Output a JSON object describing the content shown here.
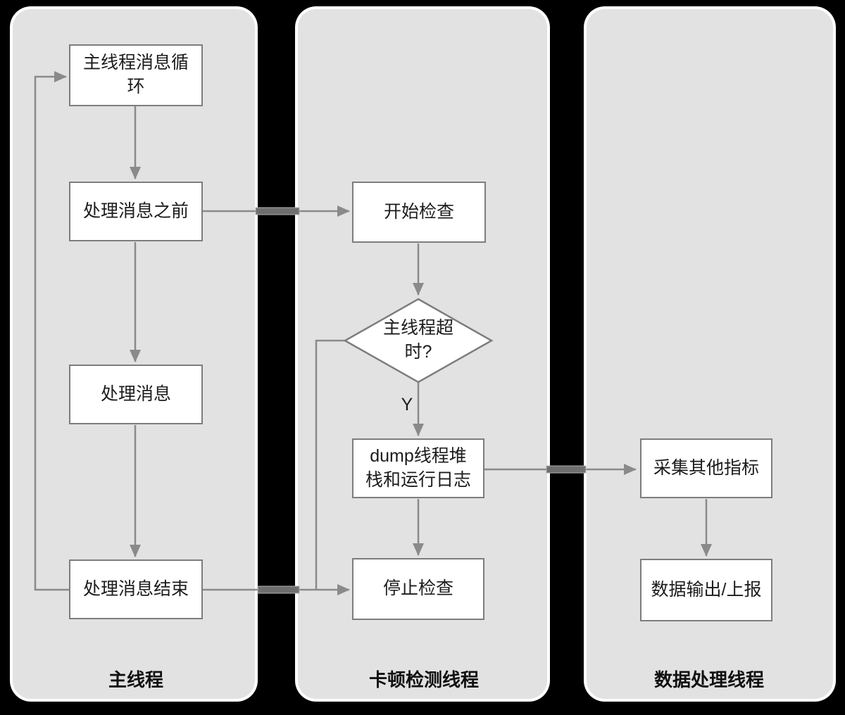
{
  "diagram": {
    "lanes": [
      {
        "id": "main-thread",
        "label": "主线程"
      },
      {
        "id": "detect-thread",
        "label": "卡顿检测线程"
      },
      {
        "id": "data-thread",
        "label": "数据处理线程"
      }
    ],
    "nodes": {
      "main_loop": "主线程消息循环",
      "before_msg": "处理消息之前",
      "process_msg": "处理消息",
      "end_msg": "处理消息结束",
      "start_check": "开始检查",
      "timeout_q": "主线程超时?",
      "dump": "dump线程堆栈和运行日志",
      "stop_check": "停止检查",
      "collect": "采集其他指标",
      "output": "数据输出/上报"
    },
    "edge_labels": {
      "yes": "Y"
    },
    "edges": [
      "主线程消息循环 -> 处理消息之前",
      "处理消息之前 -> 处理消息",
      "处理消息 -> 处理消息结束",
      "处理消息结束 -> 主线程消息循环",
      "处理消息之前 -> 开始检查",
      "开始检查 -> 主线程超时?",
      "主线程超时? -Y-> dump线程堆栈和运行日志",
      "主线程超时? -> 停止检查",
      "dump线程堆栈和运行日志 -> 停止检查",
      "处理消息结束 -> 停止检查",
      "dump线程堆栈和运行日志 -> 采集其他指标",
      "采集其他指标 -> 数据输出/上报"
    ],
    "colors": {
      "background": "#000000",
      "lane_fill": "#e2e2e2",
      "lane_halo": "#ffffff",
      "node_fill": "#ffffff",
      "node_border": "#7d7d7d",
      "connector": "#8a8a8a",
      "bridge": "#6e6e6e",
      "text": "#1c1c1c"
    }
  }
}
